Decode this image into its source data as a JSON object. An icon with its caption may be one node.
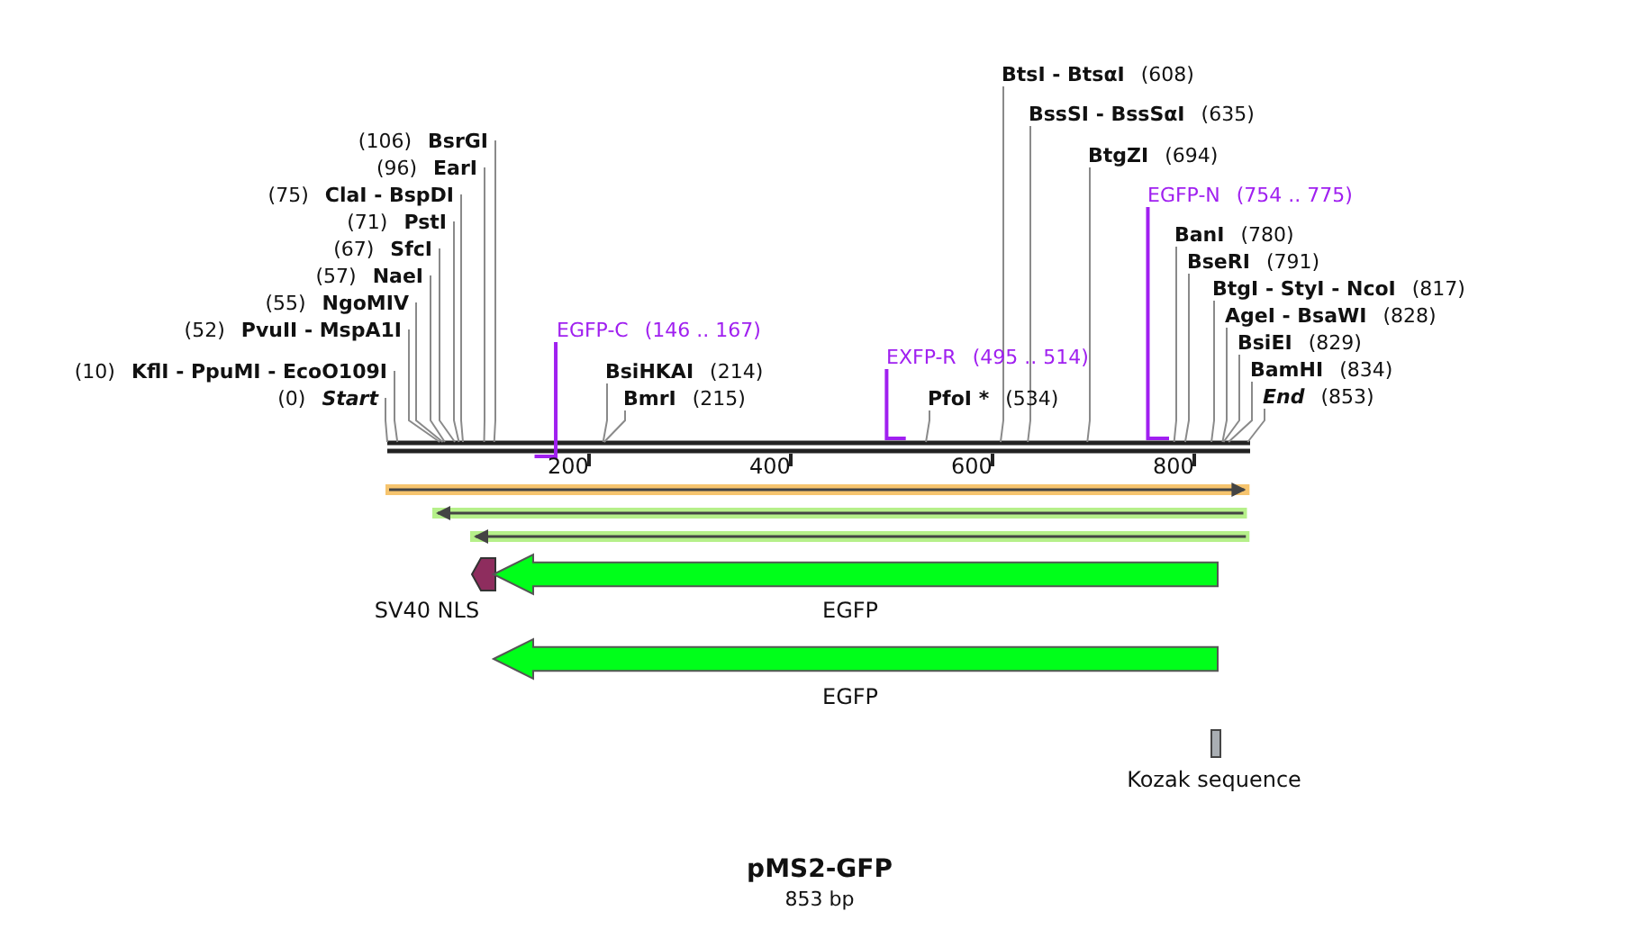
{
  "diagram": {
    "title": "pMS2-GFP",
    "caption": "853 bp",
    "nodes": [
      {
        "text": [
          "(106)",
          "BsrGI"
        ]
      },
      {
        "text": [
          "(96)",
          "EarI"
        ]
      },
      {
        "text": [
          "(75)",
          "ClaI - BspDI"
        ]
      },
      {
        "text": [
          "(71)",
          "PstI"
        ]
      },
      {
        "text": [
          "(67)",
          "SfcI"
        ]
      },
      {
        "text": [
          "(57)",
          "NaeI"
        ]
      },
      {
        "text": [
          "(55)",
          "NgoMIV"
        ]
      },
      {
        "text": [
          "(52)",
          "PvuII - MspA1I"
        ]
      },
      {
        "text": [
          "(10)",
          "KflI - PpuMI - EcoO109I"
        ]
      },
      {
        "text": [
          "(0)",
          "Start"
        ]
      },
      {
        "text": [
          "EGFP-C",
          "(146 .. 167)"
        ]
      },
      {
        "text": [
          "BsiHKAI",
          "(214)"
        ]
      },
      {
        "text": [
          "BmrI",
          "(215)"
        ]
      },
      {
        "text": [
          "EXFP-R",
          "(495 .. 514)"
        ]
      },
      {
        "text": [
          "PfoI *",
          "(534)"
        ]
      },
      {
        "text": [
          "BtsI - BtsαI",
          "(608)"
        ]
      },
      {
        "text": [
          "BssSI - BssSαI",
          "(635)"
        ]
      },
      {
        "text": [
          "BtgZI",
          "(694)"
        ]
      },
      {
        "text": [
          "EGFP-N",
          "(754 .. 775)"
        ]
      },
      {
        "text": [
          "BanI",
          "(780)"
        ]
      },
      {
        "text": [
          "BseRI",
          "(791)"
        ]
      },
      {
        "text": [
          "BtgI - StyI - NcoI",
          "(817)"
        ]
      },
      {
        "text": [
          "AgeI - BsaWI",
          "(828)"
        ]
      },
      {
        "text": [
          "BsiEI",
          "(829)"
        ]
      },
      {
        "text": [
          "BamHI",
          "(834)"
        ]
      },
      {
        "text": [
          "End",
          "(853)"
        ]
      },
      {
        "text": [],
        "shape": "arrow"
      },
      {
        "text": [],
        "shape": "arrow"
      },
      {
        "text": [],
        "shape": "arrow"
      },
      {
        "text": [
          "SV40 NLS"
        ]
      },
      {
        "text": [
          "EGFP"
        ]
      },
      {
        "text": [
          "EGFP"
        ]
      },
      {
        "text": [
          "Kozak sequence"
        ]
      },
      {
        "text": [],
        "shape": "bar"
      }
    ],
    "edges": [
      {
        "from": 0,
        "to": 33,
        "arrow": "none"
      },
      {
        "from": 1,
        "to": 33,
        "arrow": "none"
      },
      {
        "from": 2,
        "to": 33,
        "arrow": "none"
      },
      {
        "from": 3,
        "to": 33,
        "arrow": "none"
      },
      {
        "from": 4,
        "to": 33,
        "arrow": "none"
      },
      {
        "from": 5,
        "to": 33,
        "arrow": "none"
      },
      {
        "from": 6,
        "to": 33,
        "arrow": "none"
      },
      {
        "from": 7,
        "to": 33,
        "arrow": "none"
      },
      {
        "from": 8,
        "to": 33,
        "arrow": "none"
      },
      {
        "from": 9,
        "to": 33,
        "arrow": "none"
      },
      {
        "from": 10,
        "to": 33,
        "arrow": "none",
        "color": "#a020f0"
      },
      {
        "from": 11,
        "to": 33,
        "arrow": "none"
      },
      {
        "from": 12,
        "to": 33,
        "arrow": "none"
      },
      {
        "from": 13,
        "to": 33,
        "arrow": "none",
        "color": "#a020f0"
      },
      {
        "from": 14,
        "to": 33,
        "arrow": "none"
      },
      {
        "from": 15,
        "to": 33,
        "arrow": "none"
      },
      {
        "from": 16,
        "to": 33,
        "arrow": "none"
      },
      {
        "from": 17,
        "to": 33,
        "arrow": "none"
      },
      {
        "from": 18,
        "to": 33,
        "arrow": "none",
        "color": "#a020f0"
      },
      {
        "from": 19,
        "to": 33,
        "arrow": "none"
      },
      {
        "from": 20,
        "to": 33,
        "arrow": "none"
      },
      {
        "from": 21,
        "to": 33,
        "arrow": "none"
      },
      {
        "from": 22,
        "to": 33,
        "arrow": "none"
      },
      {
        "from": 23,
        "to": 33,
        "arrow": "none"
      },
      {
        "from": 24,
        "to": 33,
        "arrow": "none"
      },
      {
        "from": 25,
        "to": 33,
        "arrow": "none"
      }
    ],
    "labels": [
      "200",
      "400",
      "600",
      "800"
    ]
  }
}
